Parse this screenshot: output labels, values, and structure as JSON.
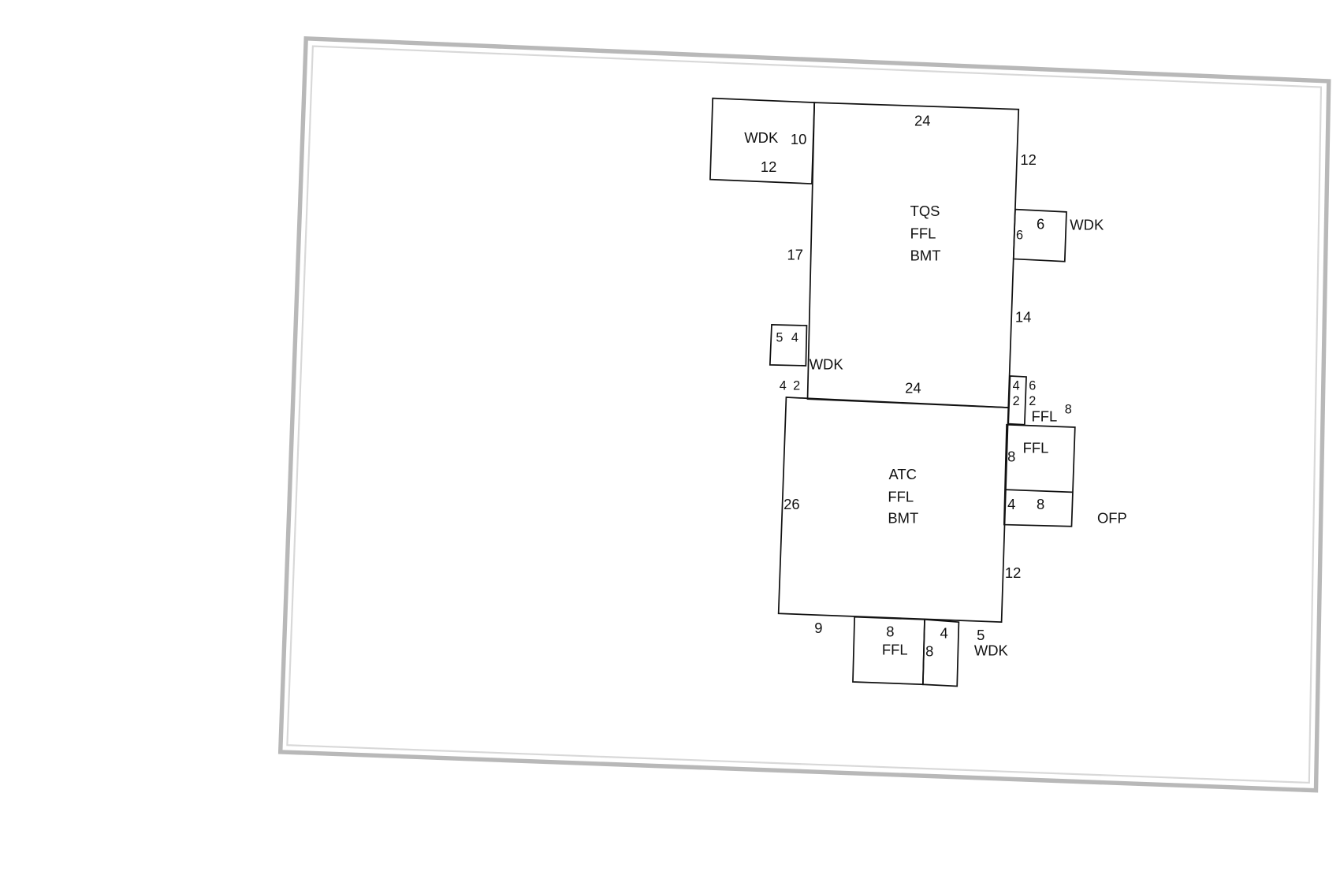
{
  "sketch": {
    "main_area": {
      "lines": [
        "TQS",
        "FFL",
        "BMT"
      ],
      "top": "24",
      "left": "17",
      "right_upper": "12",
      "right_lower": "14",
      "bottom": "24"
    },
    "lower_area": {
      "lines": [
        "ATC",
        "FFL",
        "BMT"
      ],
      "left": "26",
      "right": "12",
      "bottom_left": "9"
    },
    "wdk_top_left": {
      "label": "WDK",
      "side": "10",
      "bottom": "12"
    },
    "wdk_right": {
      "label": "WDK",
      "top": "6",
      "side": "6"
    },
    "wdk_small_left": {
      "label": "WDK",
      "a": "5",
      "b": "4",
      "c": "4",
      "d": "2"
    },
    "small_right": {
      "a": "4",
      "b": "6",
      "c": "2",
      "d": "2",
      "label": "FFL",
      "e": "8"
    },
    "ffl_right": {
      "label": "FFL",
      "side": "8"
    },
    "ofp": {
      "label": "OFP",
      "side": "4",
      "width": "8"
    },
    "ffl_bottom": {
      "label": "FFL",
      "top": "8",
      "side": "8"
    },
    "wdk_bottom": {
      "label": "WDK",
      "top": "4",
      "right": "5"
    }
  }
}
